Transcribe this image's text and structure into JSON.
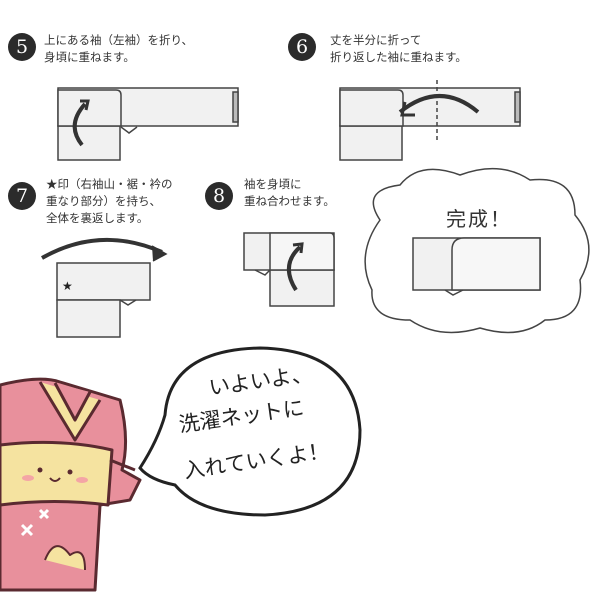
{
  "steps": [
    {
      "number": "5",
      "lines": [
        "上にある袖（左袖）を折り、",
        "身頃に重ねます。"
      ]
    },
    {
      "number": "6",
      "lines": [
        "丈を半分に折って",
        "折り返した袖に重ねます。"
      ]
    },
    {
      "number": "7",
      "lines": [
        "★印（右袖山・裾・衿の",
        "重なり部分）を持ち、",
        "全体を裏返します。"
      ]
    },
    {
      "number": "8",
      "lines": [
        "袖を身頃に",
        "重ね合わせます。"
      ]
    }
  ],
  "completion_label": "完成！",
  "speech_bubble": {
    "lines": [
      "いよいよ、",
      "洗濯ネットに",
      "入れていくよ！"
    ]
  },
  "colors": {
    "kimono_pink": "#e8909c",
    "obi_yellow": "#f5e3a0",
    "outline": "#5a2a30",
    "paper": "#f0f0f0"
  }
}
